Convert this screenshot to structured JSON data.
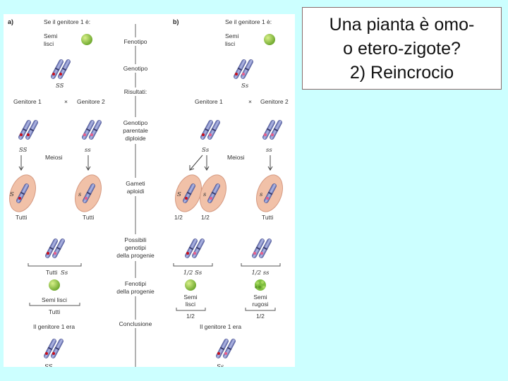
{
  "title": {
    "lines": [
      "Una pianta è omo-",
      "o etero-zigote?",
      "2) Reincrocio"
    ]
  },
  "figure": {
    "panel_a_label": "a)",
    "panel_b_label": "b)",
    "center_labels": {
      "fenotipo": "Fenotipo",
      "genotipo": "Genotipo",
      "risultati": "Risultati:",
      "genotipo_parentale_1": "Genotipo",
      "genotipo_parentale_2": "parentale",
      "genotipo_parentale_3": "diploide",
      "gameti_1": "Gameti",
      "gameti_2": "aploidi",
      "possibili_1": "Possibili",
      "possibili_2": "genotipi",
      "possibili_3": "della progenie",
      "fenotipi_1": "Fenotipi",
      "fenotipi_2": "della progenie",
      "conclusione": "Conclusione"
    },
    "panel_a": {
      "header": "Se il genitore 1 è:",
      "seed_label_1": "Semi",
      "seed_label_2": "lisci",
      "genotype_top": "SS",
      "parent1": "Genitore 1",
      "cross": "×",
      "parent2": "Genitore 2",
      "p1_genotype": "SS",
      "p2_genotype": "ss",
      "meiosis": "Meiosi",
      "gamete_p1": "S",
      "gamete_p2": "s",
      "gamete_p1_fraction": "Tutti",
      "gamete_p2_fraction": "Tutti",
      "progeny_genotype_prefix": "Tutti",
      "progeny_genotype": "Ss",
      "progeny_phenotype": "Semi lisci",
      "progeny_fraction": "Tutti",
      "conclusion": "Il genitore 1 era",
      "conclusion_genotype": "SS"
    },
    "panel_b": {
      "header": "Se il genitore 1 è:",
      "seed_label_1": "Semi",
      "seed_label_2": "lisci",
      "genotype_top": "Ss",
      "parent1": "Genitore 1",
      "cross": "×",
      "parent2": "Genitore 2",
      "p1_genotype": "Ss",
      "p2_genotype": "ss",
      "meiosis": "Meiosi",
      "gamete_p1a": "S",
      "gamete_p1b": "s",
      "gamete_p2": "s",
      "gamete_p1a_fraction": "1/2",
      "gamete_p1b_fraction": "1/2",
      "gamete_p2_fraction": "Tutti",
      "progeny1_genotype": "1/2 Ss",
      "progeny2_genotype": "1/2 ss",
      "progeny1_phenotype_1": "Semi",
      "progeny1_phenotype_2": "lisci",
      "progeny2_phenotype_1": "Semi",
      "progeny2_phenotype_2": "rugosi",
      "progeny1_fraction": "1/2",
      "progeny2_fraction": "1/2",
      "conclusion": "Il genitore 1 era",
      "conclusion_genotype": "Ss"
    },
    "colors": {
      "chromosome": "#8a93cc",
      "allele_dominant": "#c8101e",
      "allele_recessive": "#e85e8a",
      "gamete_cell": "#f1c1a8",
      "seed_smooth": "#8cc63f",
      "seed_wrinkled": "#7fbf3f"
    }
  }
}
